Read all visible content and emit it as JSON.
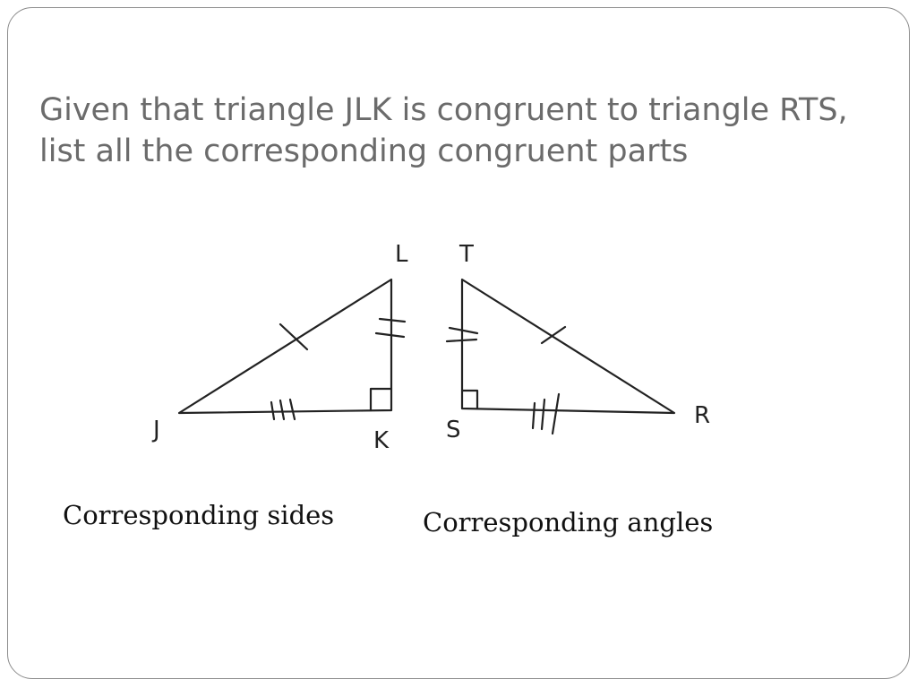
{
  "slide": {
    "title_lines": [
      "Given that triangle JLK is congruent to triangle RTS,",
      "list all the corresponding congruent parts"
    ],
    "captions": {
      "sides": "Corresponding sides",
      "angles": "Corresponding angles"
    }
  },
  "diagram": {
    "triangle_left": {
      "vertices": [
        "J",
        "L",
        "K"
      ],
      "right_angle_at": "K"
    },
    "triangle_right": {
      "vertices": [
        "R",
        "T",
        "S"
      ],
      "right_angle_at": "S"
    },
    "labels": {
      "J": "J",
      "L": "L",
      "K": "K",
      "T": "T",
      "S": "S",
      "R": "R"
    },
    "tick_marks": {
      "JL": 1,
      "LK": 2,
      "JK": 3,
      "RT": 1,
      "TS": 2,
      "SR": 3
    },
    "colors": {
      "stroke": "#222222",
      "title": "#6b6b6b",
      "frame": "#8c8c8c"
    }
  }
}
